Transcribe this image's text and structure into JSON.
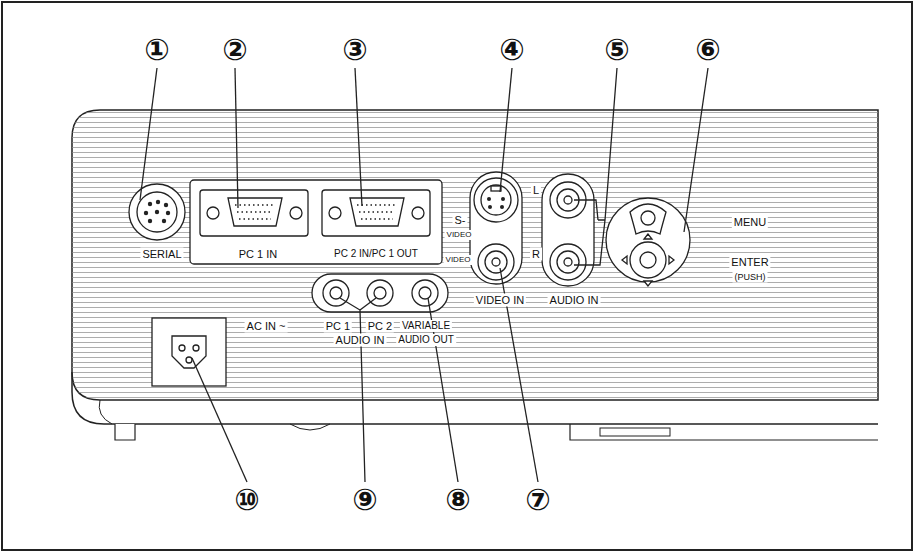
{
  "diagram": {
    "labels": [
      "①",
      "②",
      "③",
      "④",
      "⑤",
      "⑥",
      "⑦",
      "⑧",
      "⑨",
      "⑩",
      "SERIAL",
      "PC 1 IN",
      "PC 2 IN/PC 1 OUT",
      "S-",
      "VIDEO",
      "VIDEO",
      "L",
      "R",
      "MENU",
      "ENTER",
      "(PUSH)",
      "VIDEO IN",
      "AUDIO IN",
      "AC IN ~",
      "PC 1",
      "PC 2",
      "AUDIO IN",
      "VARIABLE",
      "AUDIO OUT"
    ]
  }
}
